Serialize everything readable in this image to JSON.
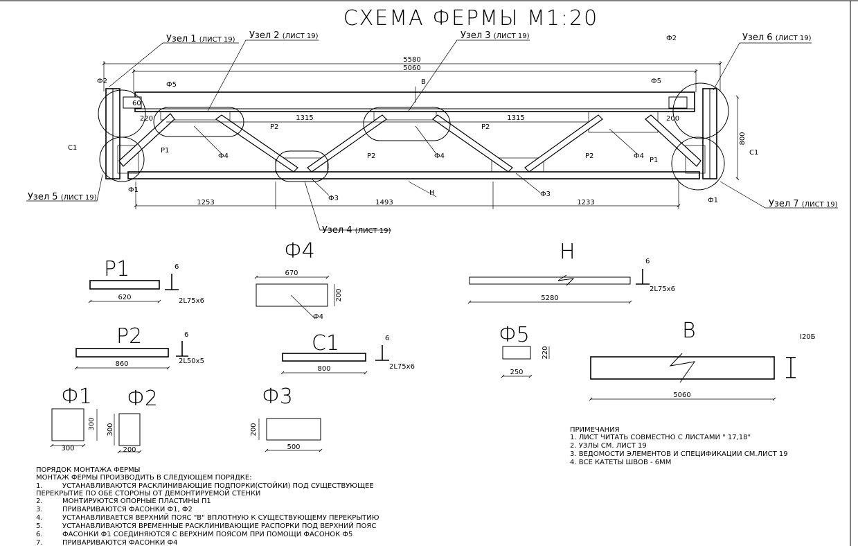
{
  "title": "СХЕМА ФЕРМЫ М1:20",
  "nodes": {
    "n1": {
      "main": "Узел 1",
      "ref": "(ЛИСТ 19)"
    },
    "n2": {
      "main": "Узел 2",
      "ref": "(ЛИСТ 19)"
    },
    "n3": {
      "main": "Узел 3",
      "ref": "(ЛИСТ 19)"
    },
    "n4": {
      "main": "Узел 4",
      "ref": "(ЛИСТ 19)"
    },
    "n5": {
      "main": "Узел 5",
      "ref": "(ЛИСТ 19)"
    },
    "n6": {
      "main": "Узел 6",
      "ref": "(ЛИСТ 19)"
    },
    "n7": {
      "main": "Узел 7",
      "ref": "(ЛИСТ 19)"
    }
  },
  "dims": {
    "overall": "5580",
    "inner": "5060",
    "panel_left": "1315",
    "panel_right": "1315",
    "height": "800",
    "d60": "60",
    "d220": "220",
    "d200": "200",
    "bottom_left": "1253",
    "bottom_mid": "1493",
    "bottom_right": "1233"
  },
  "labels": {
    "f1": "Ф1",
    "f1b": "Ф1",
    "f2": "Ф2",
    "f2b": "Ф2",
    "f3": "Ф3",
    "f3b": "Ф3",
    "f4a": "Ф4",
    "f4b": "Ф4",
    "f4c": "Ф4",
    "f5a": "Ф5",
    "f5b": "Ф5",
    "p1a": "Р1",
    "p1b": "Р1",
    "p2a": "Р2",
    "p2b": "Р2",
    "p2c": "Р2",
    "p2d": "Р2",
    "v": "В",
    "n": "Н",
    "s1a": "С1",
    "s1b": "С1"
  },
  "parts": {
    "p1": {
      "name": "Р1",
      "len": "620",
      "weld": "6",
      "prof": "2L75x6"
    },
    "p2": {
      "name": "Р2",
      "len": "860",
      "weld": "6",
      "prof": "2L50x5"
    },
    "f4": {
      "name": "Ф4",
      "len": "670",
      "h": "200",
      "tag": "Ф4"
    },
    "c1": {
      "name": "С1",
      "len": "800",
      "weld": "6",
      "prof": "2L75x6"
    },
    "n": {
      "name": "Н",
      "len": "5280",
      "weld": "6",
      "prof": "2L75x6"
    },
    "f5": {
      "name": "Ф5",
      "len": "250",
      "h": "220"
    },
    "v": {
      "name": "В",
      "len": "5060",
      "prof": "I20Б"
    },
    "f1": {
      "name": "Ф1",
      "len": "300",
      "h": "300"
    },
    "f2": {
      "name": "Ф2",
      "len": "200",
      "h": "300"
    },
    "f3": {
      "name": "Ф3",
      "len": "500",
      "h": "200"
    }
  },
  "assembly": {
    "heading": "ПОРЯДОК МОНТАЖА ФЕРМЫ",
    "intro": "МОНТАЖ ФЕРМЫ ПРОИЗВОДИТЬ В СЛЕДУЮЩЕМ ПОРЯДКЕ:",
    "steps": [
      {
        "num": "1.",
        "text": "УСТАНАВЛИВАЮТСЯ РАСКЛИНИВАЮЩИЕ ПОДПОРКИ(СТОЙКИ) ПОД СУЩЕСТВУЮЩЕЕ"
      },
      {
        "num": "",
        "text": "ПЕРЕКРЫТИЕ ПО ОБЕ СТОРОНЫ ОТ ДЕМОНТИРУЕМОЙ СТЕНКИ"
      },
      {
        "num": "2.",
        "text": "МОНТИРУЮТСЯ ОПОРНЫЕ ПЛАСТИНЫ П1"
      },
      {
        "num": "3.",
        "text": "ПРИВАРИВАЮТСЯ ФАСОНКИ Ф1, Ф2"
      },
      {
        "num": "4.",
        "text": "УСТАНАВЛИВАЕТСЯ ВЕРХНИЙ ПОЯС \"В\" ВПЛОТНУЮ К    СУЩЕСТВУЮЩЕМУ ПЕРЕКРЫТИЮ"
      },
      {
        "num": "5.",
        "text": "УСТАНАВЛИВАЮТСЯ ВРЕМЕННЫЕ РАСКЛИНИВАЮЩИЕ РАСПОРКИ ПОД ВЕРХНИЙ ПОЯС"
      },
      {
        "num": "6.",
        "text": "ФАСОНКИ Ф1 СОЕДИНЯЮТСЯ С ВЕРХНИМ ПОЯСОМ ПРИ ПОМОЩИ ФАСОНОК Ф5"
      },
      {
        "num": "7.",
        "text": "ПРИВАРИВАЮТСЯ ФАСОНКИ Ф4"
      }
    ]
  },
  "notes": {
    "heading": "ПРИМЕЧАНИЯ",
    "items": [
      "1. ЛИСТ ЧИТАТЬ СОВМЕСТНО С ЛИСТАМИ \" 17,18\"",
      "2. УЗЛЫ СМ. ЛИСТ 19",
      "3. ВЕДОМОСТИ ЭЛЕМЕНТОВ И СПЕЦИФИКАЦИИ СМ.ЛИСТ 19",
      "4. ВСЕ КАТЕТЫ ШВОВ - 6ММ"
    ]
  }
}
